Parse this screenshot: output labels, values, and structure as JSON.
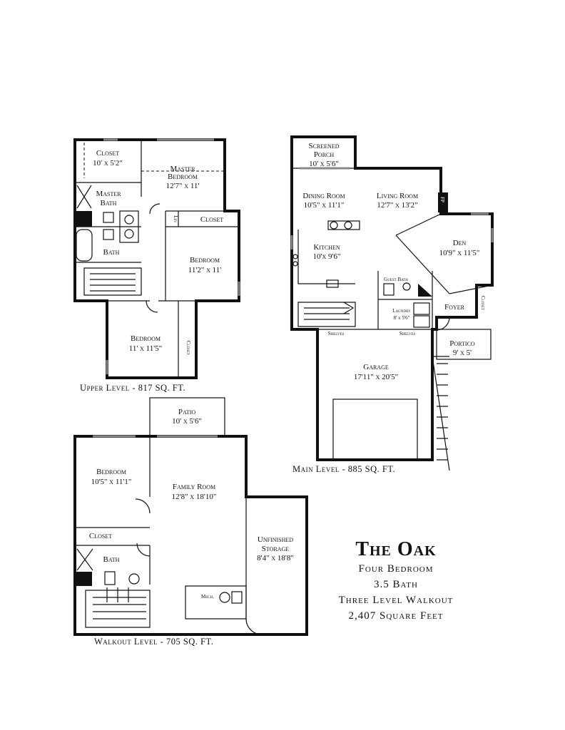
{
  "upper": {
    "closet": {
      "name": "Closet",
      "size": "10' x 5'2\""
    },
    "master_bedroom": {
      "line1": "Master",
      "line2": "Bedroom",
      "size": "12'7\" x 11'"
    },
    "master_bath": {
      "line1": "Master",
      "line2": "Bath"
    },
    "lin": "Lin",
    "closet2": "Closet",
    "bath": "Bath",
    "bedroom1": {
      "name": "Bedroom",
      "size": "11'2\" x 11'"
    },
    "bedroom2": {
      "name": "Bedroom",
      "size": "11' x 11'5\""
    },
    "closet3": "Closet",
    "caption": "Upper Level - 817 SQ. FT."
  },
  "main": {
    "porch": {
      "line1": "Screened",
      "line2": "Porch",
      "size": "10' x 5'6\""
    },
    "dining": {
      "name": "Dining Room",
      "size": "10'5\" x 11'1\""
    },
    "living": {
      "name": "Living Room",
      "size": "12'7\" x 13'2\""
    },
    "fp": "FP",
    "den": {
      "name": "Den",
      "size": "10'9\" x 11'5\""
    },
    "kitchen": {
      "name": "Kitchen",
      "size": "10'x 9'6\""
    },
    "guest_bath": "Guest Bath",
    "laundry": {
      "name": "Laundry",
      "size": "8' x 5'6\""
    },
    "foyer": "Foyer",
    "closet": "Closet",
    "shelves1": "Shelves",
    "shelves2": "Shelves",
    "portico": {
      "name": "Portico",
      "size": "9' x 5'"
    },
    "garage": {
      "name": "Garage",
      "size": "17'11\" x 20'5\""
    },
    "caption": "Main Level - 885 SQ. FT."
  },
  "walkout": {
    "patio": {
      "name": "Patio",
      "size": "10' x 5'6\""
    },
    "bedroom": {
      "name": "Bedroom",
      "size": "10'5\" x 11'1\""
    },
    "family": {
      "name": "Family Room",
      "size": "12'8\" x 18'10\""
    },
    "closet": "Closet",
    "bath": "Bath",
    "storage": {
      "line1": "Unfinished",
      "line2": "Storage",
      "size": "8'4\" x 18'8\""
    },
    "mech": "Mech.",
    "caption": "Walkout Level - 705 SQ. FT."
  },
  "summary": {
    "name": "The Oak",
    "bedrooms": "Four Bedroom",
    "baths": "3.5 Bath",
    "levels": "Three Level Walkout",
    "area": "2,407 Square Feet"
  }
}
